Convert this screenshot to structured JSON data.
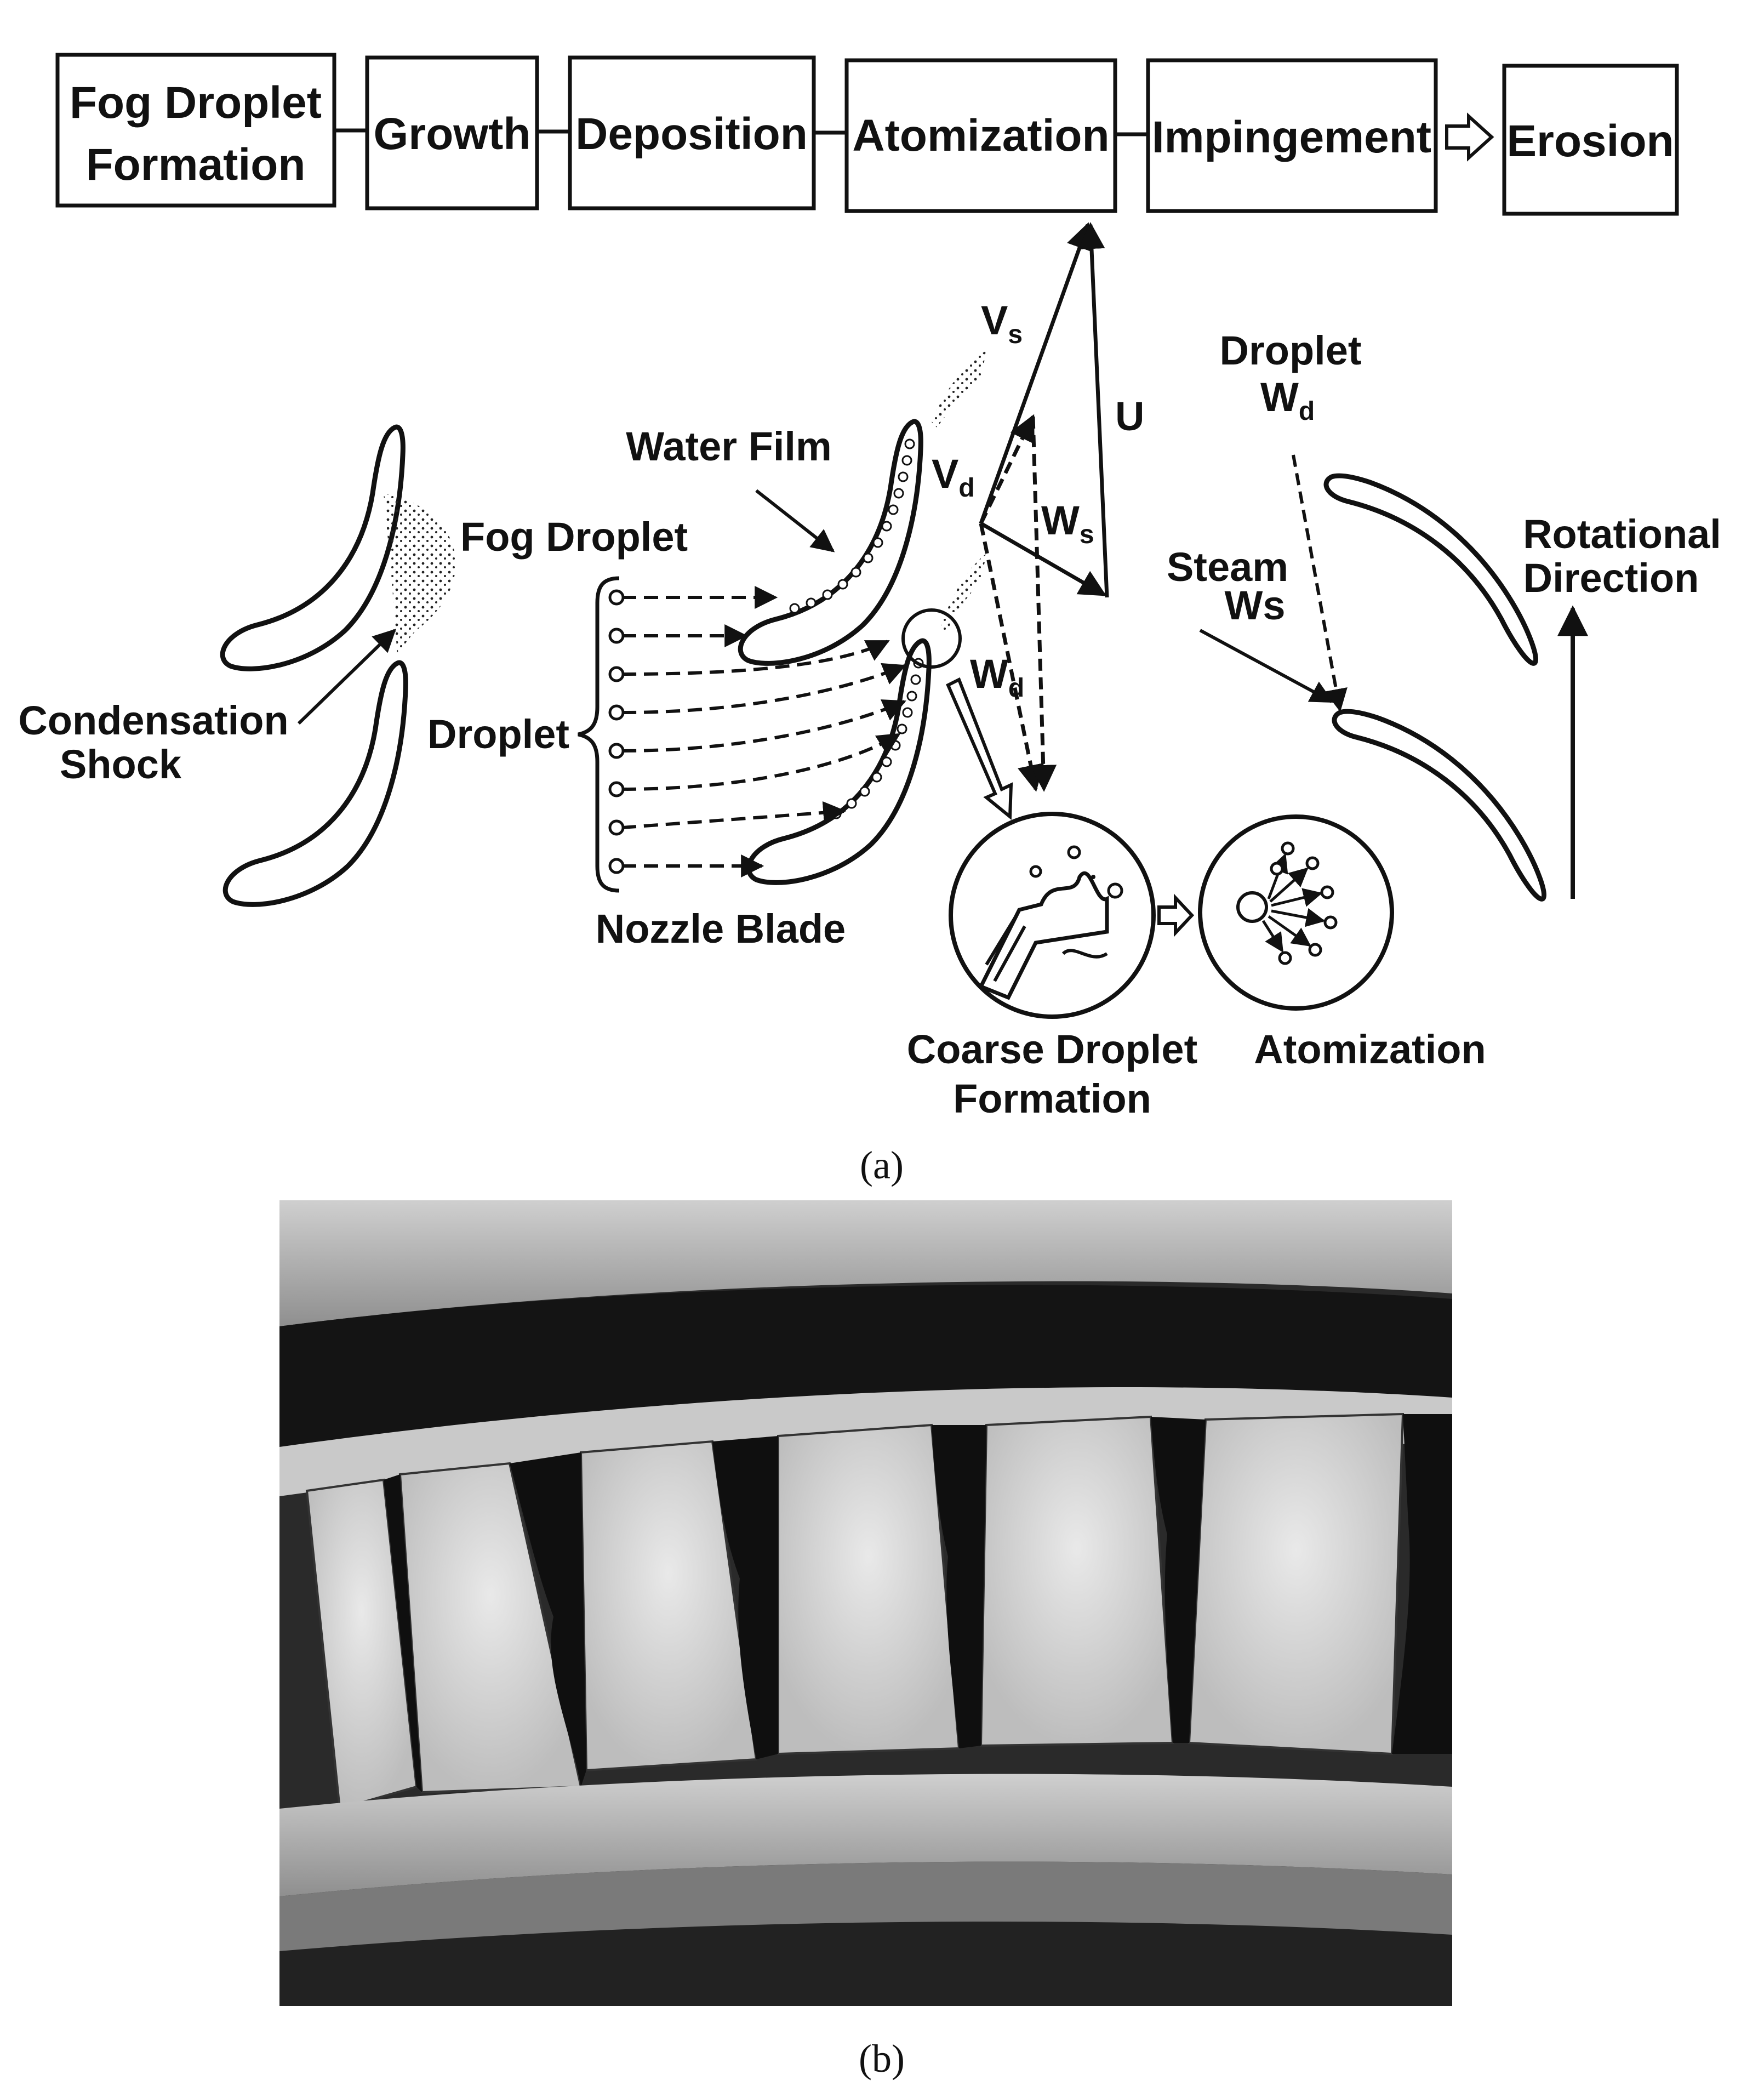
{
  "process_steps": [
    {
      "line1": "Fog Droplet",
      "line2": "Formation"
    },
    {
      "label": "Growth"
    },
    {
      "label": "Deposition"
    },
    {
      "label": "Atomization"
    },
    {
      "label": "Impingement"
    },
    {
      "label": "Erosion"
    }
  ],
  "left_diagram": {
    "fog_droplet": "Fog Droplet",
    "condensation_line1": "Condensation",
    "condensation_line2": "Shock"
  },
  "middle_diagram": {
    "water_film": "Water Film",
    "droplet": "Droplet",
    "nozzle_blade": "Nozzle Blade"
  },
  "velocity_triangle": {
    "vs_main": "V",
    "vs_sub": "s",
    "u": "U",
    "vd_main": "V",
    "vd_sub": "d",
    "ws_main": "W",
    "ws_sub": "s",
    "wd_main": "W",
    "wd_sub": "d"
  },
  "right_diagram": {
    "droplet": "Droplet",
    "wd_main": "W",
    "wd_sub": "d",
    "steam": "Steam",
    "ws": "Ws",
    "rotational_line1": "Rotational",
    "rotational_line2": "Direction"
  },
  "insets": {
    "coarse_line1": "Coarse Droplet",
    "coarse_line2": "Formation",
    "atomization": "Atomization"
  },
  "captions": {
    "a": "(a)",
    "b": "(b)"
  }
}
